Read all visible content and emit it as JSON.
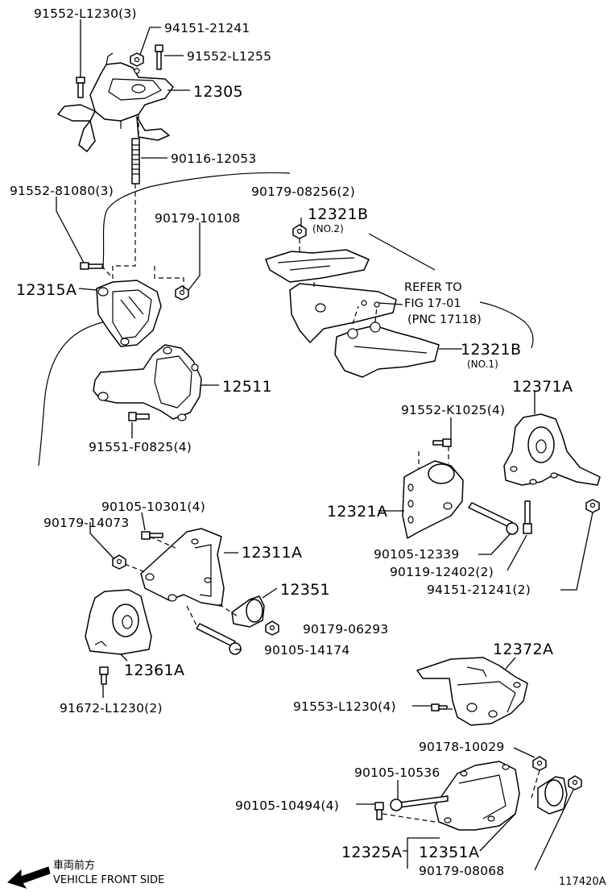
{
  "diagram_code": "117420A",
  "direction_label": {
    "jp": "車両前方",
    "en": "VEHICLE FRONT SIDE"
  },
  "refer_note": {
    "line1": "REFER TO",
    "line2": "FIG 17-01",
    "line3": "(PNC 17118)"
  },
  "parts": {
    "p91552_L1230": "91552-L1230(3)",
    "p94151_21241_top": "94151-21241",
    "p91552_L1255": "91552-L1255",
    "p12305": "12305",
    "p90116_12053": "90116-12053",
    "p91552_81080": "91552-81080(3)",
    "p90179_08256": "90179-08256(2)",
    "p12321B_no2": "12321B",
    "no2": "(NO.2)",
    "p90179_10108": "90179-10108",
    "p12315A": "12315A",
    "p12321B_no1": "12321B",
    "no1": "(NO.1)",
    "p12511": "12511",
    "p12371A": "12371A",
    "p91551_F0825": "91551-F0825(4)",
    "p91552_K1025": "91552-K1025(4)",
    "p90105_10301": "90105-10301(4)",
    "p90179_14073": "90179-14073",
    "p12321A": "12321A",
    "p12311A": "12311A",
    "p90105_12339": "90105-12339",
    "p90119_12402": "90119-12402(2)",
    "p12351_top": "12351",
    "p94151_21241_2": "94151-21241(2)",
    "p90179_06293": "90179-06293",
    "p90105_14174": "90105-14174",
    "p12361A": "12361A",
    "p12372A": "12372A",
    "p91672_L1230": "91672-L1230(2)",
    "p91553_L1230": "91553-L1230(4)",
    "p90178_10029": "90178-10029",
    "p90105_10536": "90105-10536",
    "p90105_10494": "90105-10494(4)",
    "p12325A": "12325A",
    "p12351A": "12351A",
    "p90179_08068": "90179-08068"
  }
}
